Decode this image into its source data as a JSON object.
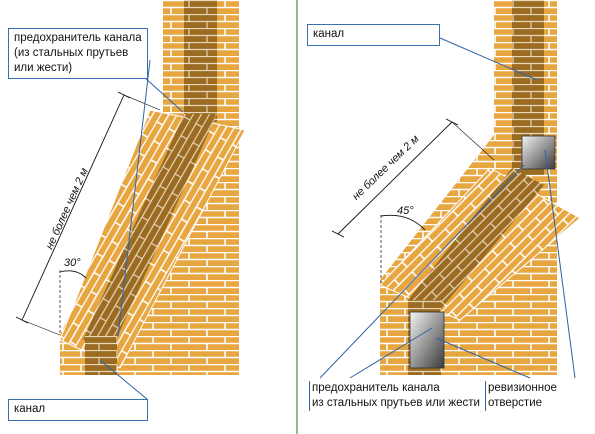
{
  "colors": {
    "brick": "#e8a640",
    "mortar": "#ffffff",
    "channel": "#9b6b22",
    "channel_dark": "#7d5418",
    "callout_line": "#2e63a8",
    "divider": "#4aa33c"
  },
  "left": {
    "guard_label": [
      "предохранитель канала",
      "(из стальных прутьев",
      "или жести)"
    ],
    "channel_label": "канал",
    "dimension_label": "не более чем 2 м",
    "angle_label": "30°"
  },
  "right": {
    "channel_label": "канал",
    "dimension_label": "не более чем 2 м",
    "angle_label": "45°",
    "guard_label": [
      "предохранитель канала",
      "из стальных прутьев или жести"
    ],
    "inspection_label": [
      "ревизионное",
      "отверстие"
    ]
  }
}
